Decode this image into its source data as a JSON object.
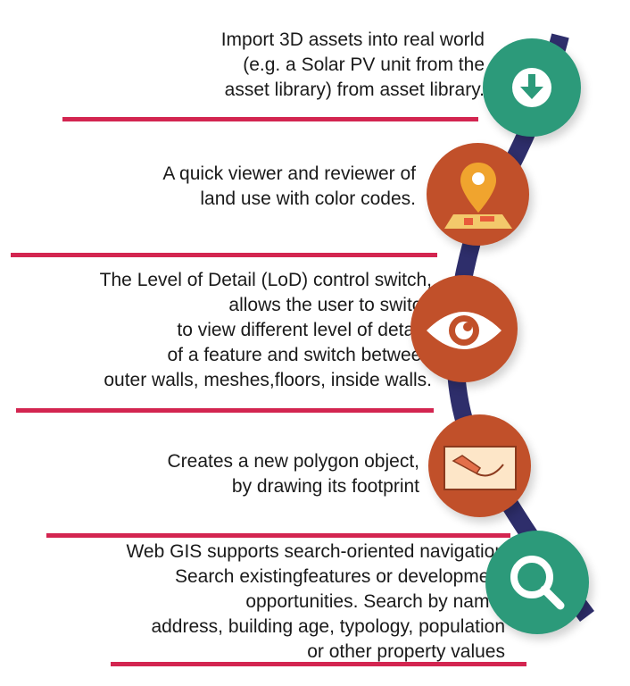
{
  "features": [
    {
      "text": "Import 3D assets into real world\n(e.g. a Solar PV unit from the\nasset library) from asset library.",
      "icon": "download-icon",
      "color": "#2c9a7a"
    },
    {
      "text": "A quick viewer and reviewer of\nland use with color codes.",
      "icon": "map-pin-icon",
      "color": "#c1502a"
    },
    {
      "text": "The Level of Detail (LoD) control switch,\nallows the user to switch\nto view different level of details\nof a feature and switch between\nouter walls, meshes,floors, inside walls.",
      "icon": "eye-icon",
      "color": "#c1502a"
    },
    {
      "text": "Creates a new polygon object,\nby drawing its footprint",
      "icon": "drawing-icon",
      "color": "#c1502a"
    },
    {
      "text": "Web GIS supports search-oriented navigation\nSearch existingfeatures or development\nopportunities. Search by name,\naddress, building age, typology, population\nor other property values",
      "icon": "search-icon",
      "color": "#2c9a7a"
    }
  ],
  "colors": {
    "spine": "#2e2e6b",
    "rule": "#d32550"
  }
}
